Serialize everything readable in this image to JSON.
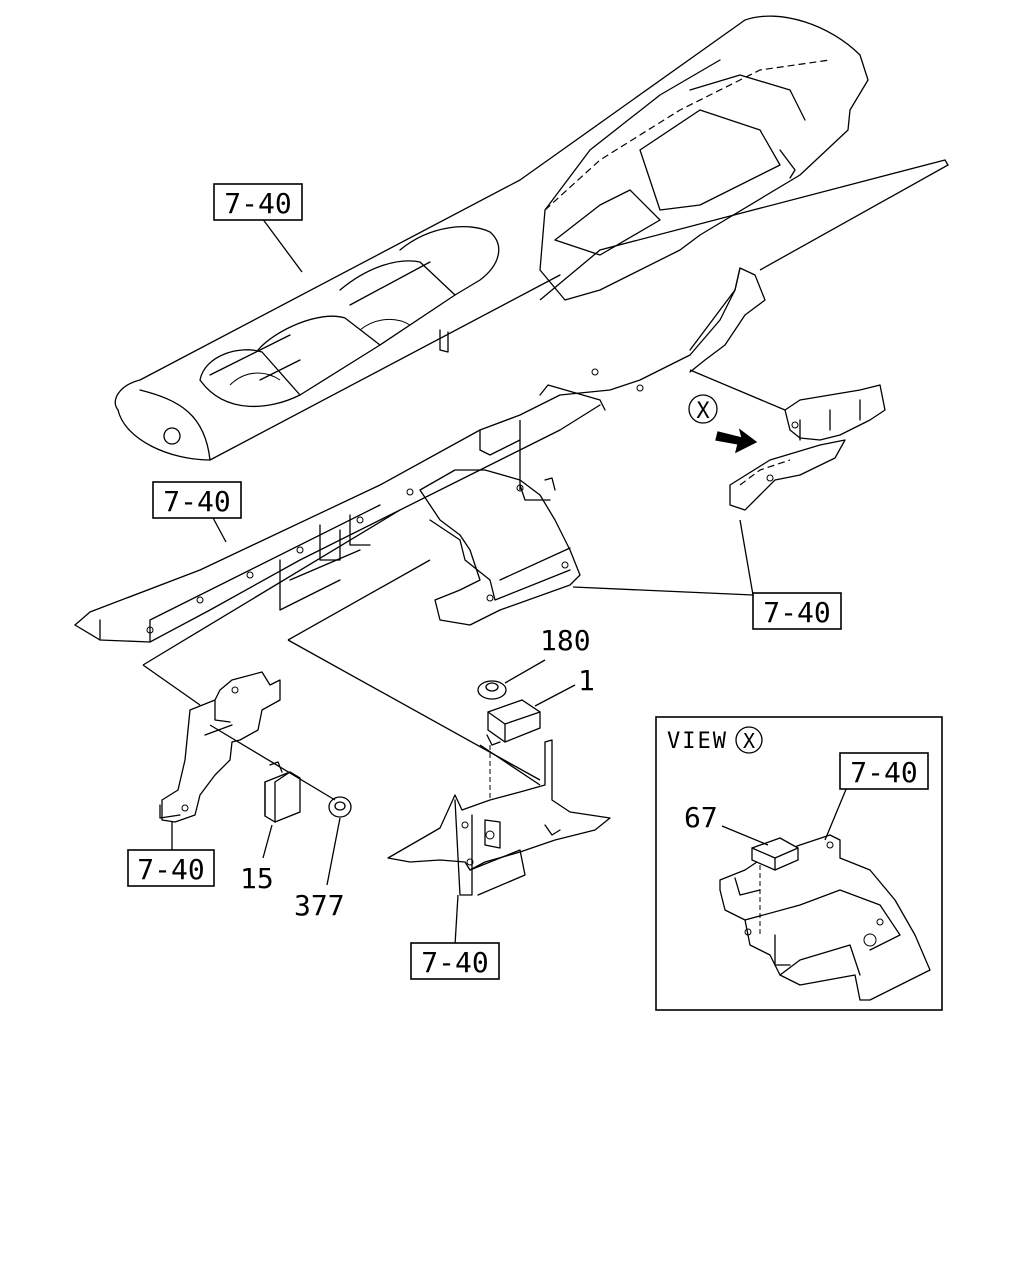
{
  "ref_labels": {
    "dashboard": "7-40",
    "crossmember": "7-40",
    "right_support": "7-40",
    "left_bracket": "7-40",
    "center_bracket": "7-40",
    "view_bracket": "7-40"
  },
  "part_numbers": {
    "nut_180": "180",
    "module_1": "1",
    "unit_15": "15",
    "nut_377": "377",
    "sensor_67": "67"
  },
  "view_marker": "X",
  "view_panel": {
    "title": "VIEW",
    "marker": "X"
  },
  "icons": {
    "view_arrow": "arrow-right-icon",
    "view_marker": "circled-x-icon"
  }
}
